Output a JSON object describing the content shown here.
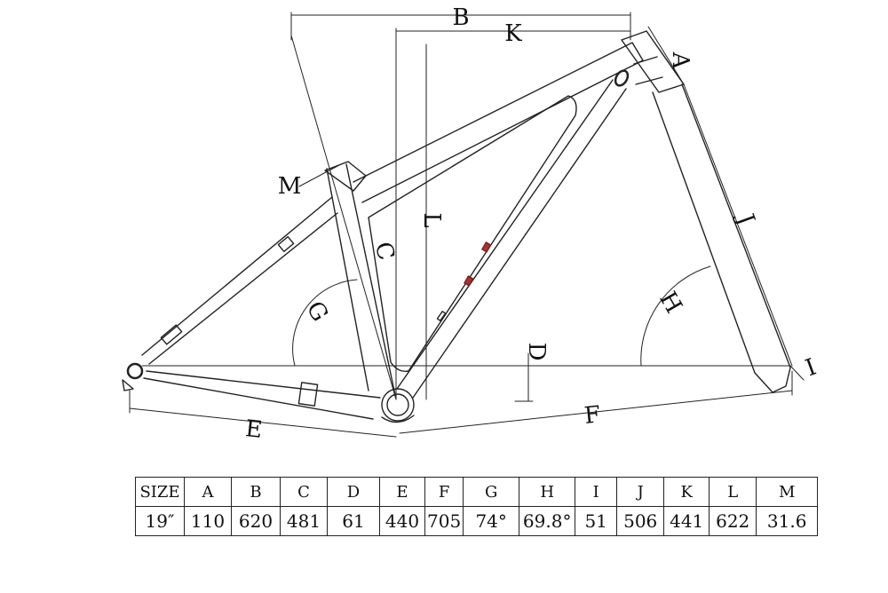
{
  "diagram": {
    "labels": {
      "A": "A",
      "B": "B",
      "C": "C",
      "D": "D",
      "E": "E",
      "F": "F",
      "G": "G",
      "H": "H",
      "I": "I",
      "J": "J",
      "K": "K",
      "L": "L",
      "M": "M"
    }
  },
  "spec_table": {
    "headers": [
      "SIZE",
      "A",
      "B",
      "C",
      "D",
      "E",
      "F",
      "G",
      "H",
      "I",
      "J",
      "K",
      "L",
      "M"
    ],
    "values": [
      "19″",
      "110",
      "620",
      "481",
      "61",
      "440",
      "705",
      "74°",
      "69.8°",
      "51",
      "506",
      "441",
      "622",
      "31.6"
    ]
  }
}
